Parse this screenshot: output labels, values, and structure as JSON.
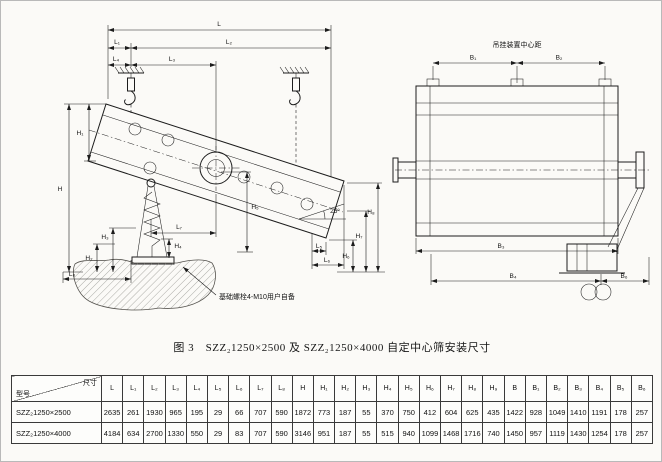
{
  "figure_caption": "图 3　SZZ₂1250×2500 及 SZZ₂1250×4000 自定中心筛安装尺寸",
  "drawing": {
    "side_view": {
      "dims": {
        "L": "L",
        "L1": "L₁",
        "L2": "L₂",
        "L3": "L₃",
        "L4": "L₄",
        "L5": "L₅",
        "L6": "L₆",
        "L7": "L₇",
        "L8": "L₈",
        "H": "H",
        "H1": "H₁",
        "H2": "H₂",
        "H3": "H₃",
        "H4": "H₄",
        "H5": "H₅",
        "H6": "H₆",
        "H7": "H₇",
        "H8": "H₈",
        "angle": "25°"
      },
      "note": "基础螺栓4-M10用户自备"
    },
    "end_view": {
      "title": "吊挂装置中心距",
      "dims": {
        "B1": "B₁",
        "B2": "B₂",
        "B3": "B₃",
        "B4": "B₄",
        "B6": "B₆"
      }
    }
  },
  "table": {
    "corner": {
      "top": "尺寸",
      "bottom": "型号"
    },
    "columns": [
      "L",
      "L₁",
      "L₂",
      "L₃",
      "L₄",
      "L₅",
      "L₆",
      "L₇",
      "L₈",
      "H",
      "H₁",
      "H₂",
      "H₃",
      "H₄",
      "H₅",
      "H₆",
      "H₇",
      "H₈",
      "H₉",
      "B",
      "B₁",
      "B₂",
      "B₃",
      "B₄",
      "B₅",
      "B₆"
    ],
    "rows": [
      {
        "model": "SZZ₂1250×2500",
        "values": [
          2635,
          261,
          1930,
          965,
          195,
          29,
          66,
          707,
          590,
          1872,
          773,
          187,
          55,
          370,
          750,
          412,
          604,
          625,
          435,
          1422,
          928,
          1049,
          1410,
          1191,
          178,
          257
        ]
      },
      {
        "model": "SZZ₂1250×4000",
        "values": [
          4184,
          634,
          2700,
          1330,
          550,
          29,
          83,
          707,
          590,
          3146,
          951,
          187,
          55,
          515,
          940,
          1099,
          1468,
          1716,
          740,
          1450,
          957,
          1119,
          1430,
          1254,
          178,
          257
        ]
      }
    ]
  }
}
